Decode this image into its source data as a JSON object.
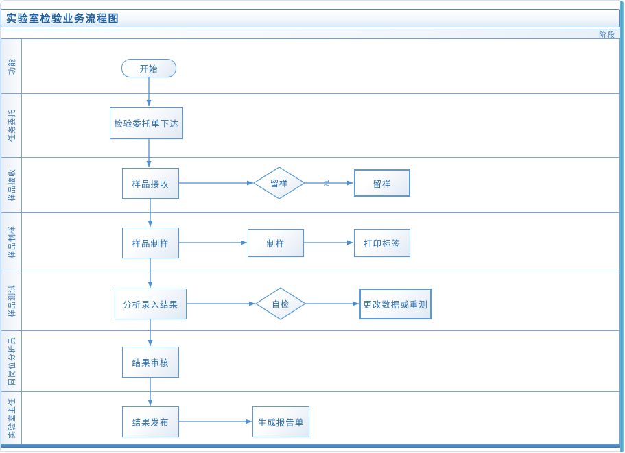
{
  "title": "实验室检验业务流程图",
  "stage_header": "阶段",
  "lanes": [
    {
      "label": "功能"
    },
    {
      "label": "任务委托"
    },
    {
      "label": "样品接收"
    },
    {
      "label": "样品制样"
    },
    {
      "label": "样品测试"
    },
    {
      "label": "同岗位分析员"
    },
    {
      "label": "实验室主任"
    }
  ],
  "nodes": {
    "start": "开始",
    "issue_order": "检验委托单下达",
    "sample_receive": "样品接收",
    "retain_decision": "留样",
    "retain_sample": "留样",
    "sample_prepare": "样品制样",
    "prepare": "制样",
    "print_label": "打印标签",
    "analyze_input": "分析录入结果",
    "self_check": "自检",
    "modify_retest": "更改数据或重测",
    "result_review": "结果审核",
    "result_publish": "结果发布",
    "generate_report": "生成报告单"
  },
  "edge_labels": {
    "yes": "是"
  },
  "colors": {
    "shape_border": "#5b9bd5",
    "shape_text": "#2a6daf",
    "lane_line": "#7aa5d4",
    "title_text": "#1e5fa0",
    "connector": "#4e8fd0",
    "right_edge_bar": "#46a0c9",
    "bottom_bar": "#4a90c8"
  }
}
